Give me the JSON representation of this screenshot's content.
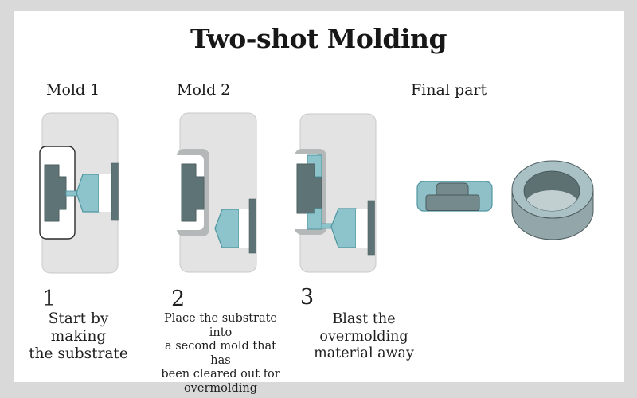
{
  "title": "Two-shot Molding",
  "labels": {
    "mold1": "Mold 1",
    "mold2": "Mold 2",
    "final": "Final part"
  },
  "steps": [
    {
      "number": "1",
      "text": "Start by making\nthe substrate"
    },
    {
      "number": "2",
      "text": "Place the substrate into\na second mold that has\nbeen cleared out for\novermolding"
    },
    {
      "number": "3",
      "text": "Blast the overmolding\nmaterial away"
    }
  ],
  "icons": {
    "mold1": "mold-block-with-substrate-and-nozzle",
    "mold2": "second-mold-with-substrate-and-nozzle",
    "mold3": "mold-with-overmolded-substrate-and-nozzle",
    "final_cross_section": "overmolded-part-cross-section",
    "final_ring": "finished-ring-part-3d"
  },
  "colors": {
    "frame_gray": "#d9d9d9",
    "canvas_white": "#ffffff",
    "mold_body_gray": "#e3e3e3",
    "cavity_border_gray": "#b5b8b8",
    "substrate_slate": "#5e7375",
    "overmold_teal": "#8dc3ca",
    "teal_outline": "#4f96a0",
    "ring_top": "#a9c0c5",
    "ring_side": "#93a6a9",
    "ring_hole": "#5d7173",
    "text_dark": "#1c1c1c"
  }
}
